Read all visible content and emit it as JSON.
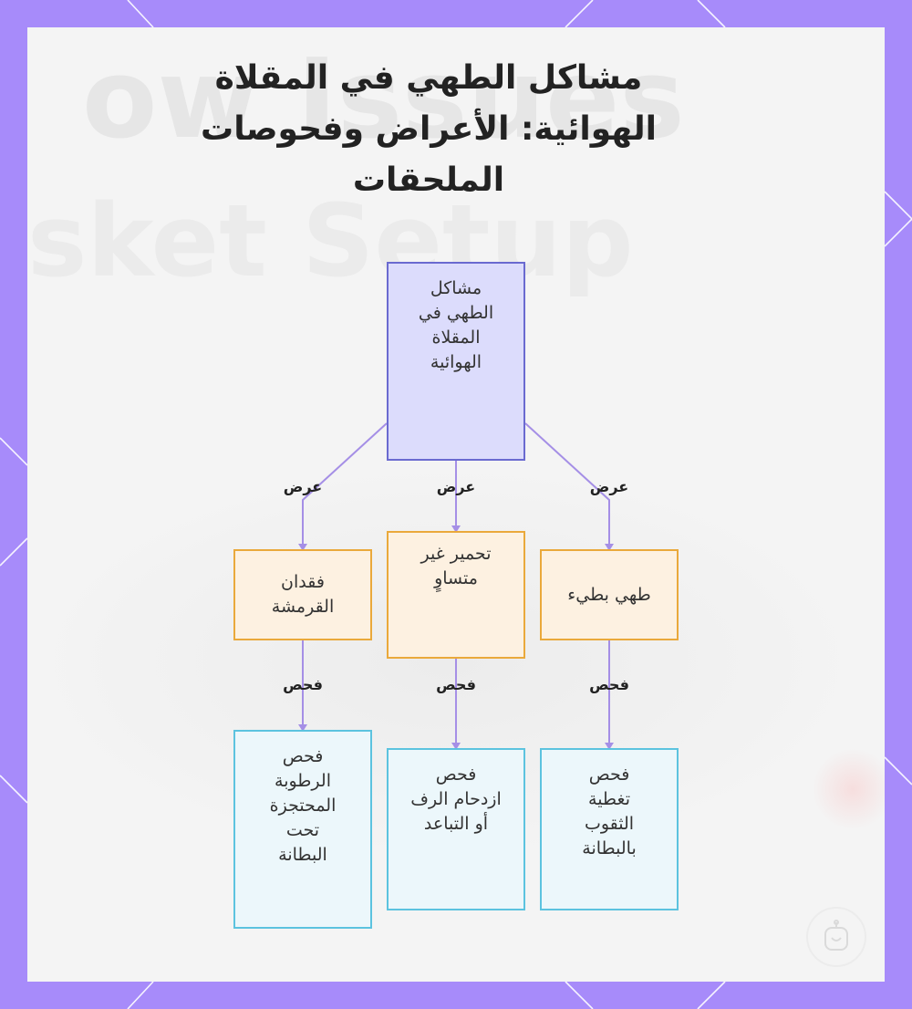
{
  "title": "مشاكل الطهي في المقلاة الهوائية: الأعراض وفحوصات الملحقات",
  "watermark": {
    "line1": "ow Issues",
    "line2": "sket Setup"
  },
  "nodes": {
    "root": "مشاكل\nالطهي في\nالمقلاة\nالهوائية",
    "symptom_left": "فقدان\nالقرمشة",
    "symptom_middle": "تحمير غير\nمتساوٍ",
    "symptom_right": "طهي بطيء",
    "check_left": "فحص\nالرطوبة\nالمحتجزة\nتحت\nالبطانة",
    "check_middle": "فحص\nازدحام الرف\nأو التباعد",
    "check_right": "فحص\nتغطية\nالثقوب\nبالبطانة"
  },
  "edge_labels": {
    "shows": "عرض",
    "check": "فحص"
  },
  "colors": {
    "frame": "#a78bfa",
    "root_fill": "#dcdcfc",
    "root_border": "#6a6ad0",
    "symptom_fill": "#fdf1e1",
    "symptom_border": "#eaa93b",
    "check_fill": "#ecf7fb",
    "check_border": "#5cc3df",
    "edge": "#a58fe6"
  },
  "icons": [
    "logo-icon"
  ]
}
